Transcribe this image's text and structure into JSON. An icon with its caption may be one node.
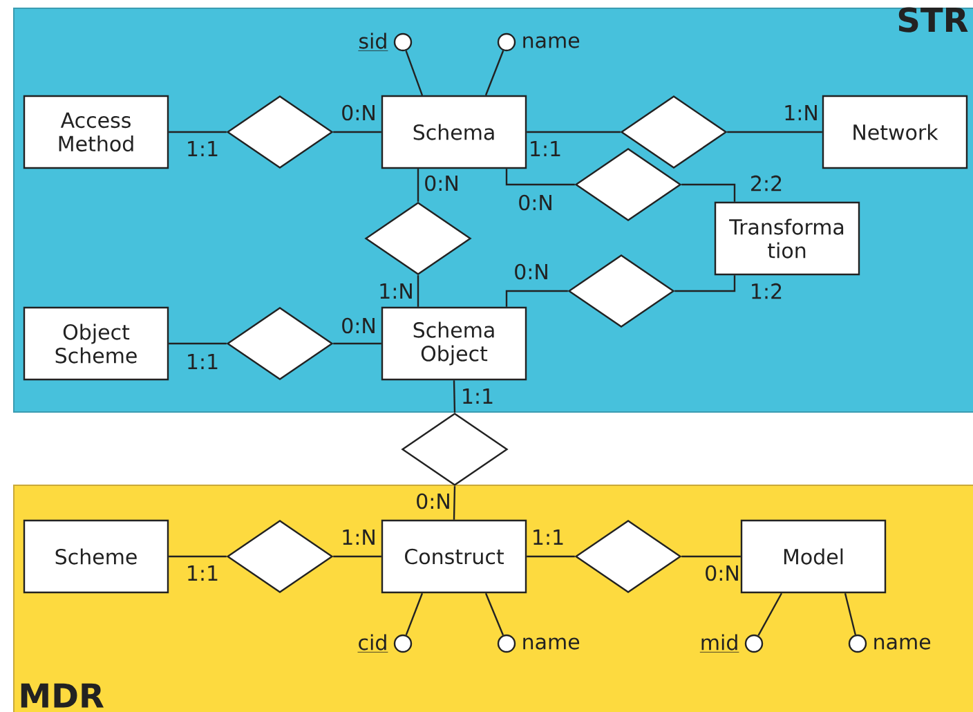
{
  "diagram": {
    "nodes": [
      {
        "text": [
          "STR"
        ]
      },
      {
        "text": [],
        "shape": "circle",
        "beside": [
          "sid"
        ],
        "in": 0
      },
      {
        "text": [],
        "shape": "circle",
        "beside": [
          "name"
        ],
        "in": 0
      },
      {
        "text": [
          "Access Method"
        ],
        "in": 0
      },
      {
        "text": [],
        "shape": "diamond",
        "in": 0
      },
      {
        "text": [
          "Schema"
        ],
        "in": 0
      },
      {
        "text": [],
        "shape": "diamond",
        "in": 0
      },
      {
        "text": [
          "Network"
        ],
        "in": 0
      },
      {
        "text": [],
        "shape": "diamond",
        "in": 0
      },
      {
        "text": [],
        "shape": "diamond",
        "in": 0
      },
      {
        "text": [
          "Transforma tion"
        ],
        "in": 0
      },
      {
        "text": [],
        "shape": "diamond",
        "in": 0
      },
      {
        "text": [
          "Object Scheme"
        ],
        "in": 0
      },
      {
        "text": [],
        "shape": "diamond",
        "in": 0
      },
      {
        "text": [
          "Schema Object"
        ],
        "in": 0
      },
      {
        "text": [],
        "shape": "diamond"
      },
      {
        "text": [
          "MDR"
        ]
      },
      {
        "text": [
          "Scheme"
        ],
        "in": 16
      },
      {
        "text": [],
        "shape": "diamond",
        "in": 16
      },
      {
        "text": [
          "Construct"
        ],
        "in": 16
      },
      {
        "text": [],
        "shape": "diamond",
        "in": 16
      },
      {
        "text": [
          "Model"
        ],
        "in": 16
      },
      {
        "text": [],
        "shape": "circle",
        "beside": [
          "cid"
        ],
        "in": 16
      },
      {
        "text": [],
        "shape": "circle",
        "beside": [
          "name"
        ],
        "in": 16
      },
      {
        "text": [],
        "shape": "circle",
        "beside": [
          "mid"
        ],
        "in": 16
      },
      {
        "text": [],
        "shape": "circle",
        "beside": [
          "name"
        ],
        "in": 16
      }
    ],
    "edges": [
      {
        "from": 3,
        "to": 4,
        "arrow": "none",
        "label": "1:1"
      },
      {
        "from": 5,
        "to": 4,
        "arrow": "none",
        "label": "0:N"
      },
      {
        "from": 5,
        "to": 6,
        "arrow": "none",
        "label": "1:1"
      },
      {
        "from": 7,
        "to": 6,
        "arrow": "none",
        "label": "1:N"
      },
      {
        "from": 5,
        "to": 8,
        "arrow": "none",
        "label": "0:N"
      },
      {
        "from": 10,
        "to": 8,
        "arrow": "none",
        "label": "2:2"
      },
      {
        "from": 5,
        "to": 9,
        "arrow": "none",
        "label": "0:N"
      },
      {
        "from": 14,
        "to": 9,
        "arrow": "none",
        "label": "1:N"
      },
      {
        "from": 14,
        "to": 11,
        "arrow": "none",
        "label": "0:N"
      },
      {
        "from": 10,
        "to": 11,
        "arrow": "none",
        "label": "1:2"
      },
      {
        "from": 12,
        "to": 13,
        "arrow": "none",
        "label": "1:1"
      },
      {
        "from": 14,
        "to": 13,
        "arrow": "none",
        "label": "0:N"
      },
      {
        "from": 14,
        "to": 15,
        "arrow": "none",
        "label": "1:1"
      },
      {
        "from": 19,
        "to": 15,
        "arrow": "none",
        "label": "0:N"
      },
      {
        "from": 17,
        "to": 18,
        "arrow": "none",
        "label": "1:1"
      },
      {
        "from": 19,
        "to": 18,
        "arrow": "none",
        "label": "1:N"
      },
      {
        "from": 19,
        "to": 20,
        "arrow": "none",
        "label": "1:1"
      },
      {
        "from": 21,
        "to": 20,
        "arrow": "none",
        "label": "0:N"
      },
      {
        "from": 1,
        "to": 5,
        "arrow": "none"
      },
      {
        "from": 2,
        "to": 5,
        "arrow": "none"
      },
      {
        "from": 22,
        "to": 19,
        "arrow": "none"
      },
      {
        "from": 23,
        "to": 19,
        "arrow": "none"
      },
      {
        "from": 24,
        "to": 21,
        "arrow": "none"
      },
      {
        "from": 25,
        "to": 21,
        "arrow": "none"
      }
    ]
  }
}
